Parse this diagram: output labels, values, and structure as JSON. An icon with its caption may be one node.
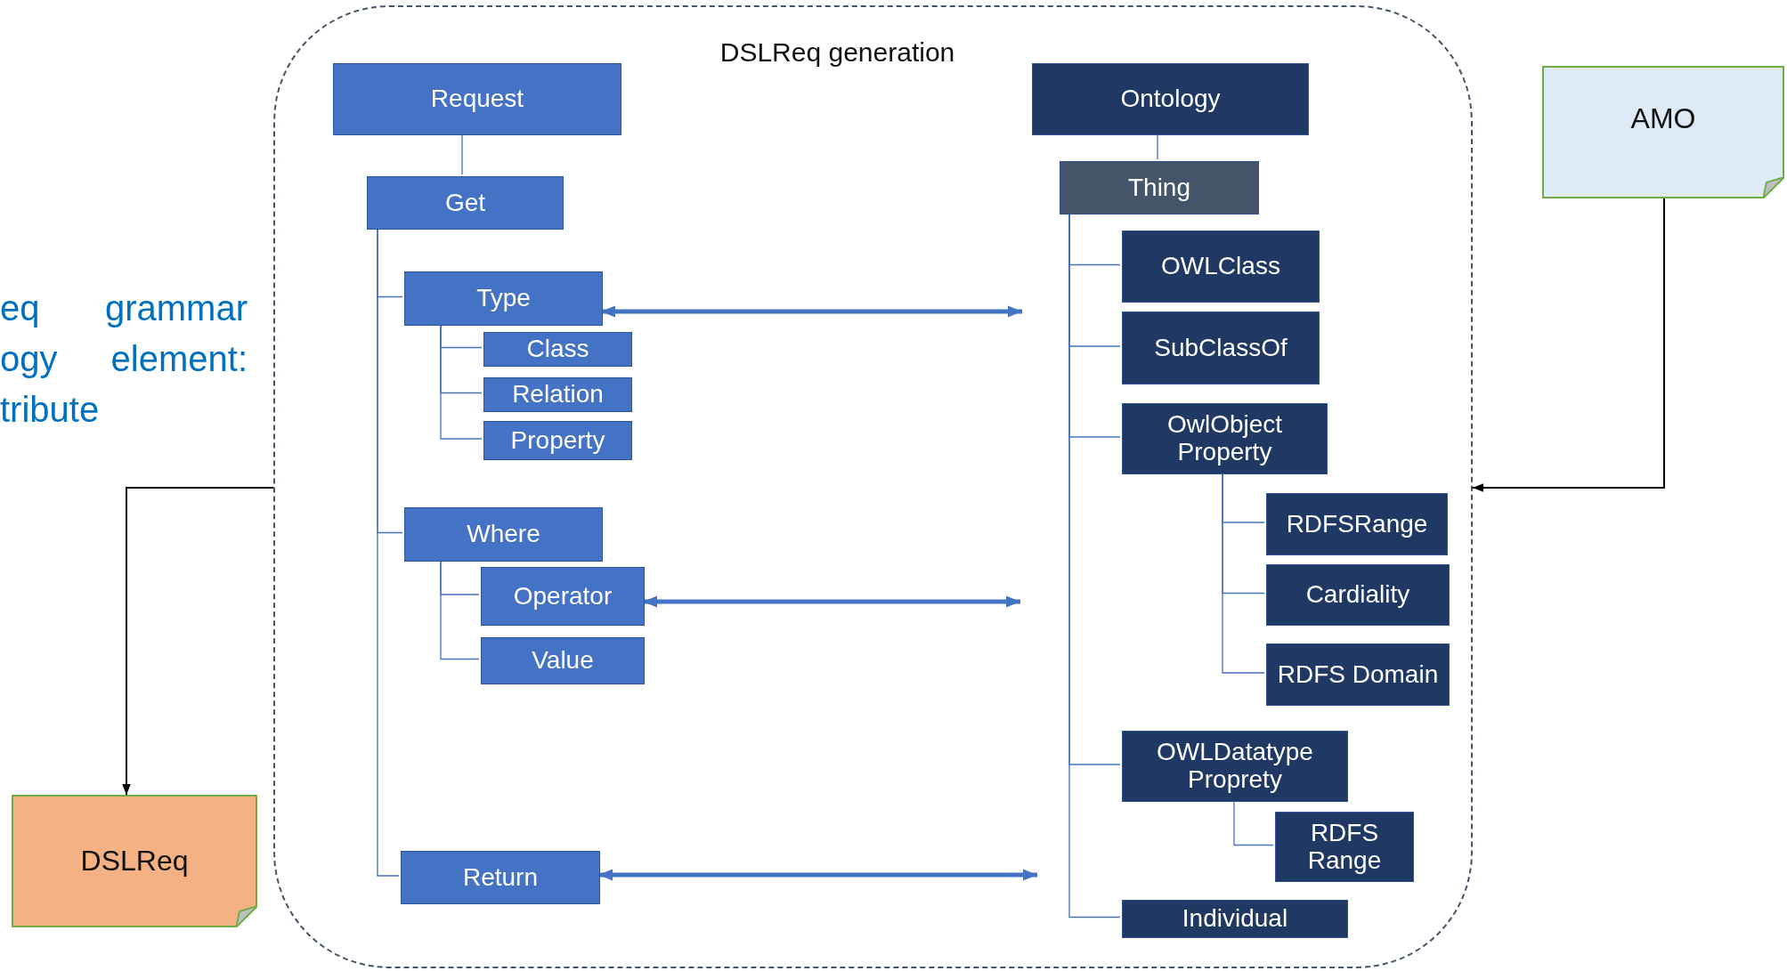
{
  "diagram": {
    "nodes": [
      {
        "text": [
          "DSLReq generation"
        ]
      },
      {
        "text": [
          "Request"
        ],
        "in": 0
      },
      {
        "text": [
          "Get"
        ],
        "in": 0
      },
      {
        "text": [
          "Type"
        ],
        "in": 0
      },
      {
        "text": [
          "Class"
        ],
        "in": 0
      },
      {
        "text": [
          "Relation"
        ],
        "in": 0
      },
      {
        "text": [
          "Property"
        ],
        "in": 0
      },
      {
        "text": [
          "Where"
        ],
        "in": 0
      },
      {
        "text": [
          "Operator"
        ],
        "in": 0
      },
      {
        "text": [
          "Value"
        ],
        "in": 0
      },
      {
        "text": [
          "Return"
        ],
        "in": 0
      },
      {
        "text": [
          "Ontology"
        ],
        "in": 0
      },
      {
        "text": [
          "Thing"
        ],
        "in": 0
      },
      {
        "text": [
          "OWLClass"
        ],
        "in": 0
      },
      {
        "text": [
          "SubClassOf"
        ],
        "in": 0
      },
      {
        "text": [
          "OwlObject Property"
        ],
        "in": 0
      },
      {
        "text": [
          "RDFSRange"
        ],
        "in": 0
      },
      {
        "text": [
          "Cardiality"
        ],
        "in": 0
      },
      {
        "text": [
          "RDFS Domain"
        ],
        "in": 0
      },
      {
        "text": [
          "OWLDatatype Proprety"
        ],
        "in": 0
      },
      {
        "text": [
          "RDFS Range"
        ],
        "in": 0
      },
      {
        "text": [
          "Individual"
        ],
        "in": 0
      },
      {
        "text": [
          "AMO"
        ]
      },
      {
        "text": [
          "DSLReq"
        ]
      }
    ],
    "edges": [
      {
        "from": 1,
        "to": 2,
        "arrow": "none"
      },
      {
        "from": 2,
        "to": 3,
        "arrow": "none"
      },
      {
        "from": 3,
        "to": 4,
        "arrow": "none"
      },
      {
        "from": 3,
        "to": 5,
        "arrow": "none"
      },
      {
        "from": 3,
        "to": 6,
        "arrow": "none"
      },
      {
        "from": 2,
        "to": 7,
        "arrow": "none"
      },
      {
        "from": 7,
        "to": 8,
        "arrow": "none"
      },
      {
        "from": 7,
        "to": 9,
        "arrow": "none"
      },
      {
        "from": 2,
        "to": 10,
        "arrow": "none"
      },
      {
        "from": 11,
        "to": 12,
        "arrow": "none"
      },
      {
        "from": 12,
        "to": 13,
        "arrow": "none"
      },
      {
        "from": 12,
        "to": 14,
        "arrow": "none"
      },
      {
        "from": 12,
        "to": 15,
        "arrow": "none"
      },
      {
        "from": 15,
        "to": 16,
        "arrow": "none"
      },
      {
        "from": 15,
        "to": 17,
        "arrow": "none"
      },
      {
        "from": 15,
        "to": 18,
        "arrow": "none"
      },
      {
        "from": 12,
        "to": 19,
        "arrow": "none"
      },
      {
        "from": 19,
        "to": 20,
        "arrow": "none"
      },
      {
        "from": 12,
        "to": 21,
        "arrow": "none"
      },
      {
        "from": 3,
        "to": null,
        "arrow": "both",
        "style": "thick"
      },
      {
        "from": 8,
        "to": null,
        "arrow": "both",
        "style": "thick"
      },
      {
        "from": 10,
        "to": null,
        "arrow": "both",
        "style": "thick"
      },
      {
        "from": 22,
        "to": 0,
        "arrow": "to",
        "color": "#000000"
      },
      {
        "from": 0,
        "to": 23,
        "arrow": "to",
        "color": "#000000"
      }
    ],
    "labels": [
      "eq grammar ogy element: tribute"
    ]
  }
}
